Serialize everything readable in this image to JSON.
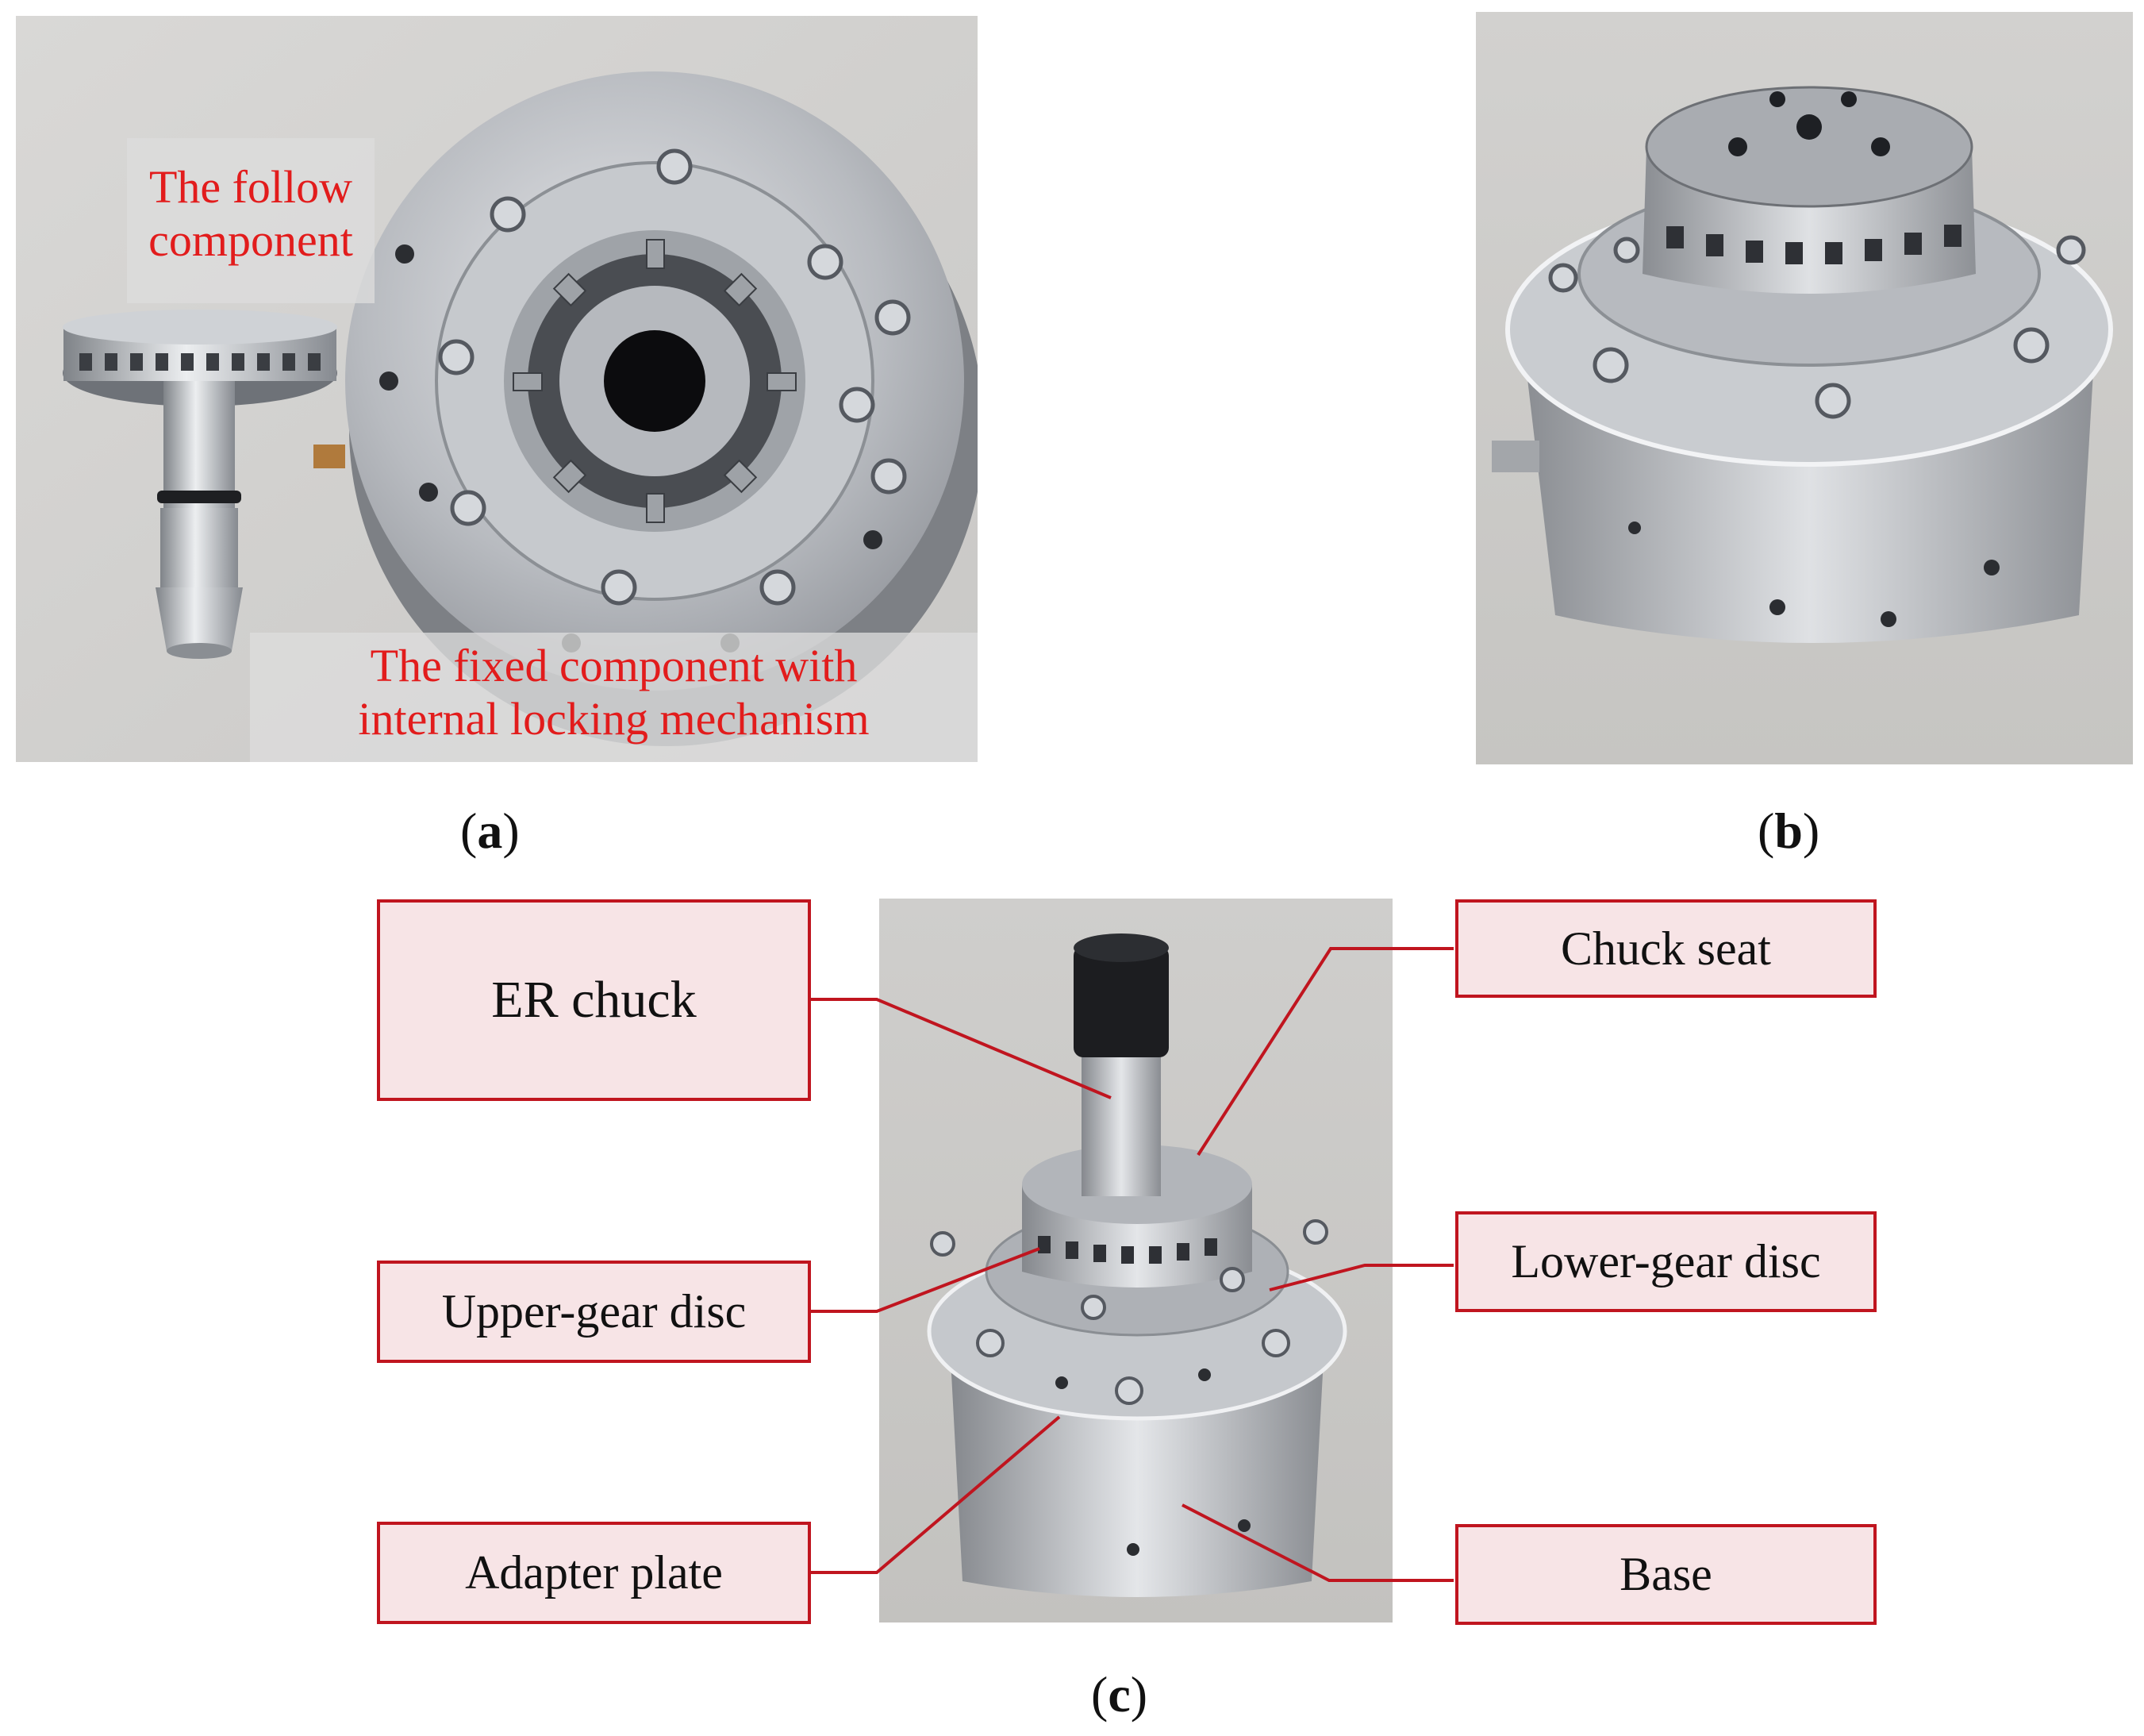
{
  "panel_a": {
    "label_follow": [
      "The follow",
      "component"
    ],
    "label_fixed": [
      "The fixed component with",
      "internal locking mechanism"
    ],
    "caption": "a"
  },
  "panel_b": {
    "caption": "b"
  },
  "panel_c": {
    "caption": "c",
    "callouts": {
      "er_chuck": "ER chuck",
      "chuck_seat": "Chuck seat",
      "upper_gear_disc": "Upper-gear disc",
      "lower_gear_disc": "Lower-gear disc",
      "adapter_plate": "Adapter plate",
      "base": "Base"
    }
  },
  "colors": {
    "label_text": "#e21c1c",
    "callout_border": "#c0151f",
    "callout_fill": "#f7e4e6",
    "leader_line": "#c0151f",
    "metal": "#b9bcc0"
  }
}
